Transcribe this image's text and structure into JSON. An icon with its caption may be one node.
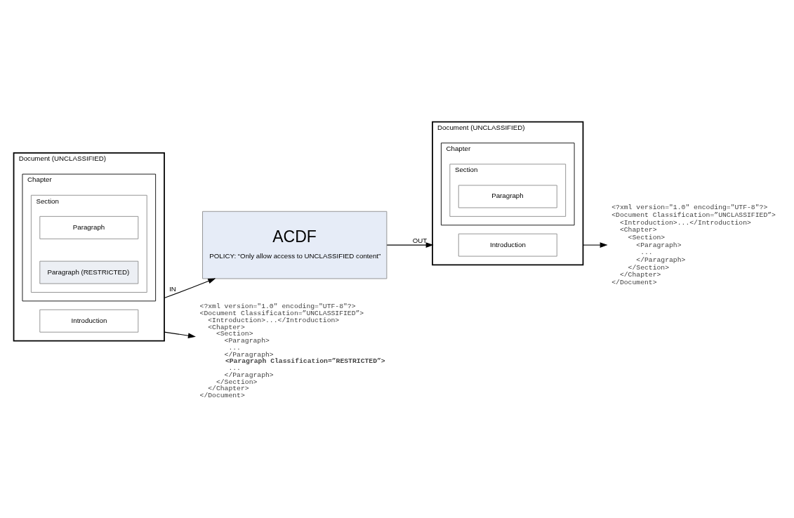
{
  "diagram": {
    "nodes": [
      {
        "text": [
          "Document (UNCLASSIFIED)"
        ]
      },
      {
        "text": [
          "Introduction"
        ],
        "in": 0
      },
      {
        "text": [
          "Chapter"
        ],
        "in": 0
      },
      {
        "text": [
          "Section"
        ],
        "in": 2
      },
      {
        "text": [
          "Paragraph"
        ],
        "in": 3
      },
      {
        "text": [
          "Paragraph (RESTRICTED)"
        ],
        "in": 3
      },
      {
        "text": [
          "ACDF",
          "POLICY: “Only allow access to UNCLASSIFIED content”"
        ]
      },
      {
        "text": [
          "Document (UNCLASSIFIED)"
        ]
      },
      {
        "text": [
          "Introduction"
        ],
        "in": 7
      },
      {
        "text": [
          "Chapter"
        ],
        "in": 7
      },
      {
        "text": [
          "Section"
        ],
        "in": 9
      },
      {
        "text": [
          "Paragraph"
        ],
        "in": 10
      },
      {
        "text": [
          "<?xml version=\"1.0\" encoding=\"UTF-8\"?>",
          "<Document Classification=”UNCLASSIFIED”>",
          "  <Introduction>...</Introduction>",
          "  <Chapter>",
          "    <Section>",
          "      <Paragraph>",
          "       ...",
          "      </Paragraph>",
          "      **<Paragraph Classification=”RESTRICTED”>**",
          "       ...",
          "      </Paragraph>",
          "    </Section>",
          "  </Chapter>",
          "</Document>"
        ]
      },
      {
        "text": [
          "<?xml version=\"1.0\" encoding=\"UTF-8\"?>",
          "<Document Classification=”UNCLASSIFIED”>",
          "  <Introduction>...</Introduction>",
          "  <Chapter>",
          "    <Section>",
          "      <Paragraph>",
          "       ...",
          "      </Paragraph>",
          "    </Section>",
          "  </Chapter>",
          "</Document>"
        ]
      }
    ],
    "edges": [
      {
        "from": 0,
        "to": 12,
        "arrow": "to"
      },
      {
        "from": 0,
        "to": 6,
        "arrow": "to",
        "label": "IN"
      },
      {
        "from": 6,
        "to": 7,
        "arrow": "to",
        "label": "OUT"
      },
      {
        "from": 7,
        "to": 13,
        "arrow": "to"
      }
    ]
  }
}
